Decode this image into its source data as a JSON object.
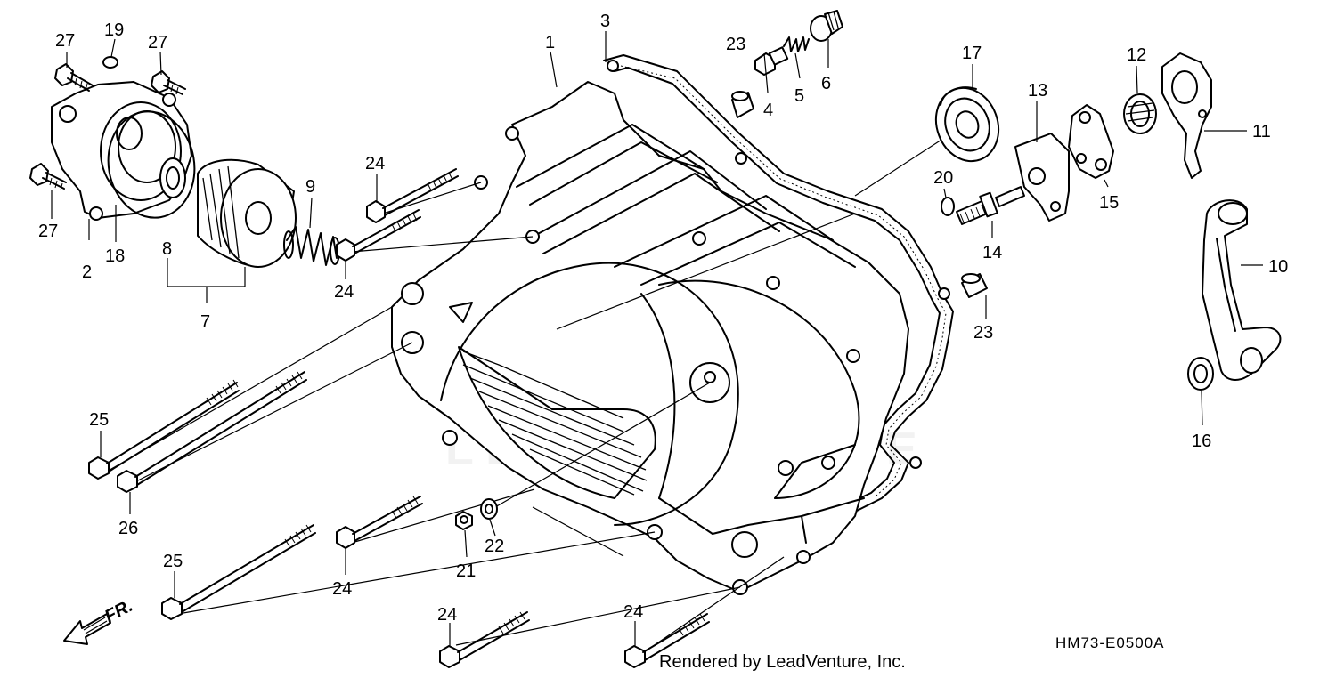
{
  "diagram": {
    "callouts": [
      {
        "id": "c1",
        "label": "1"
      },
      {
        "id": "c2",
        "label": "2"
      },
      {
        "id": "c3",
        "label": "3"
      },
      {
        "id": "c4",
        "label": "4"
      },
      {
        "id": "c5",
        "label": "5"
      },
      {
        "id": "c6",
        "label": "6"
      },
      {
        "id": "c7",
        "label": "7"
      },
      {
        "id": "c8",
        "label": "8"
      },
      {
        "id": "c9",
        "label": "9"
      },
      {
        "id": "c10",
        "label": "10"
      },
      {
        "id": "c11",
        "label": "11"
      },
      {
        "id": "c12",
        "label": "12"
      },
      {
        "id": "c13",
        "label": "13"
      },
      {
        "id": "c14",
        "label": "14"
      },
      {
        "id": "c15",
        "label": "15"
      },
      {
        "id": "c16",
        "label": "16"
      },
      {
        "id": "c17",
        "label": "17"
      },
      {
        "id": "c18",
        "label": "18"
      },
      {
        "id": "c19",
        "label": "19"
      },
      {
        "id": "c20",
        "label": "20"
      },
      {
        "id": "c21",
        "label": "21"
      },
      {
        "id": "c22",
        "label": "22"
      },
      {
        "id": "c23a",
        "label": "23"
      },
      {
        "id": "c23b",
        "label": "23"
      },
      {
        "id": "c24a",
        "label": "24"
      },
      {
        "id": "c24b",
        "label": "24"
      },
      {
        "id": "c24c",
        "label": "24"
      },
      {
        "id": "c24d",
        "label": "24"
      },
      {
        "id": "c24e",
        "label": "24"
      },
      {
        "id": "c25a",
        "label": "25"
      },
      {
        "id": "c25b",
        "label": "25"
      },
      {
        "id": "c26",
        "label": "26"
      },
      {
        "id": "c27a",
        "label": "27"
      },
      {
        "id": "c27b",
        "label": "27"
      },
      {
        "id": "c27c",
        "label": "27"
      }
    ],
    "front_marker": "FR.",
    "diagram_code": "HM73-E0500A",
    "credit": "Rendered by LeadVenture, Inc.",
    "watermark_icon": "leadventure-flame-logo"
  }
}
